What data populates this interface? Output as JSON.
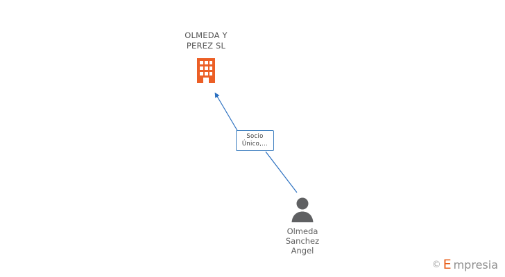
{
  "diagram": {
    "type": "ownership-graph",
    "company": {
      "name": "OLMEDA Y\nPEREZ SL",
      "icon": "building-icon",
      "icon_color": "#ec5f26"
    },
    "person": {
      "name": "Olmeda\nSanchez\nAngel",
      "icon": "person-icon",
      "icon_color": "#5f6062"
    },
    "relation": {
      "label": "Socio\nÚnico,...",
      "border_color": "#3d7ebf",
      "arrow_color": "#2a6fc0"
    }
  },
  "watermark": {
    "copyright": "©",
    "brand_initial": "E",
    "brand_rest": "mpresia"
  }
}
